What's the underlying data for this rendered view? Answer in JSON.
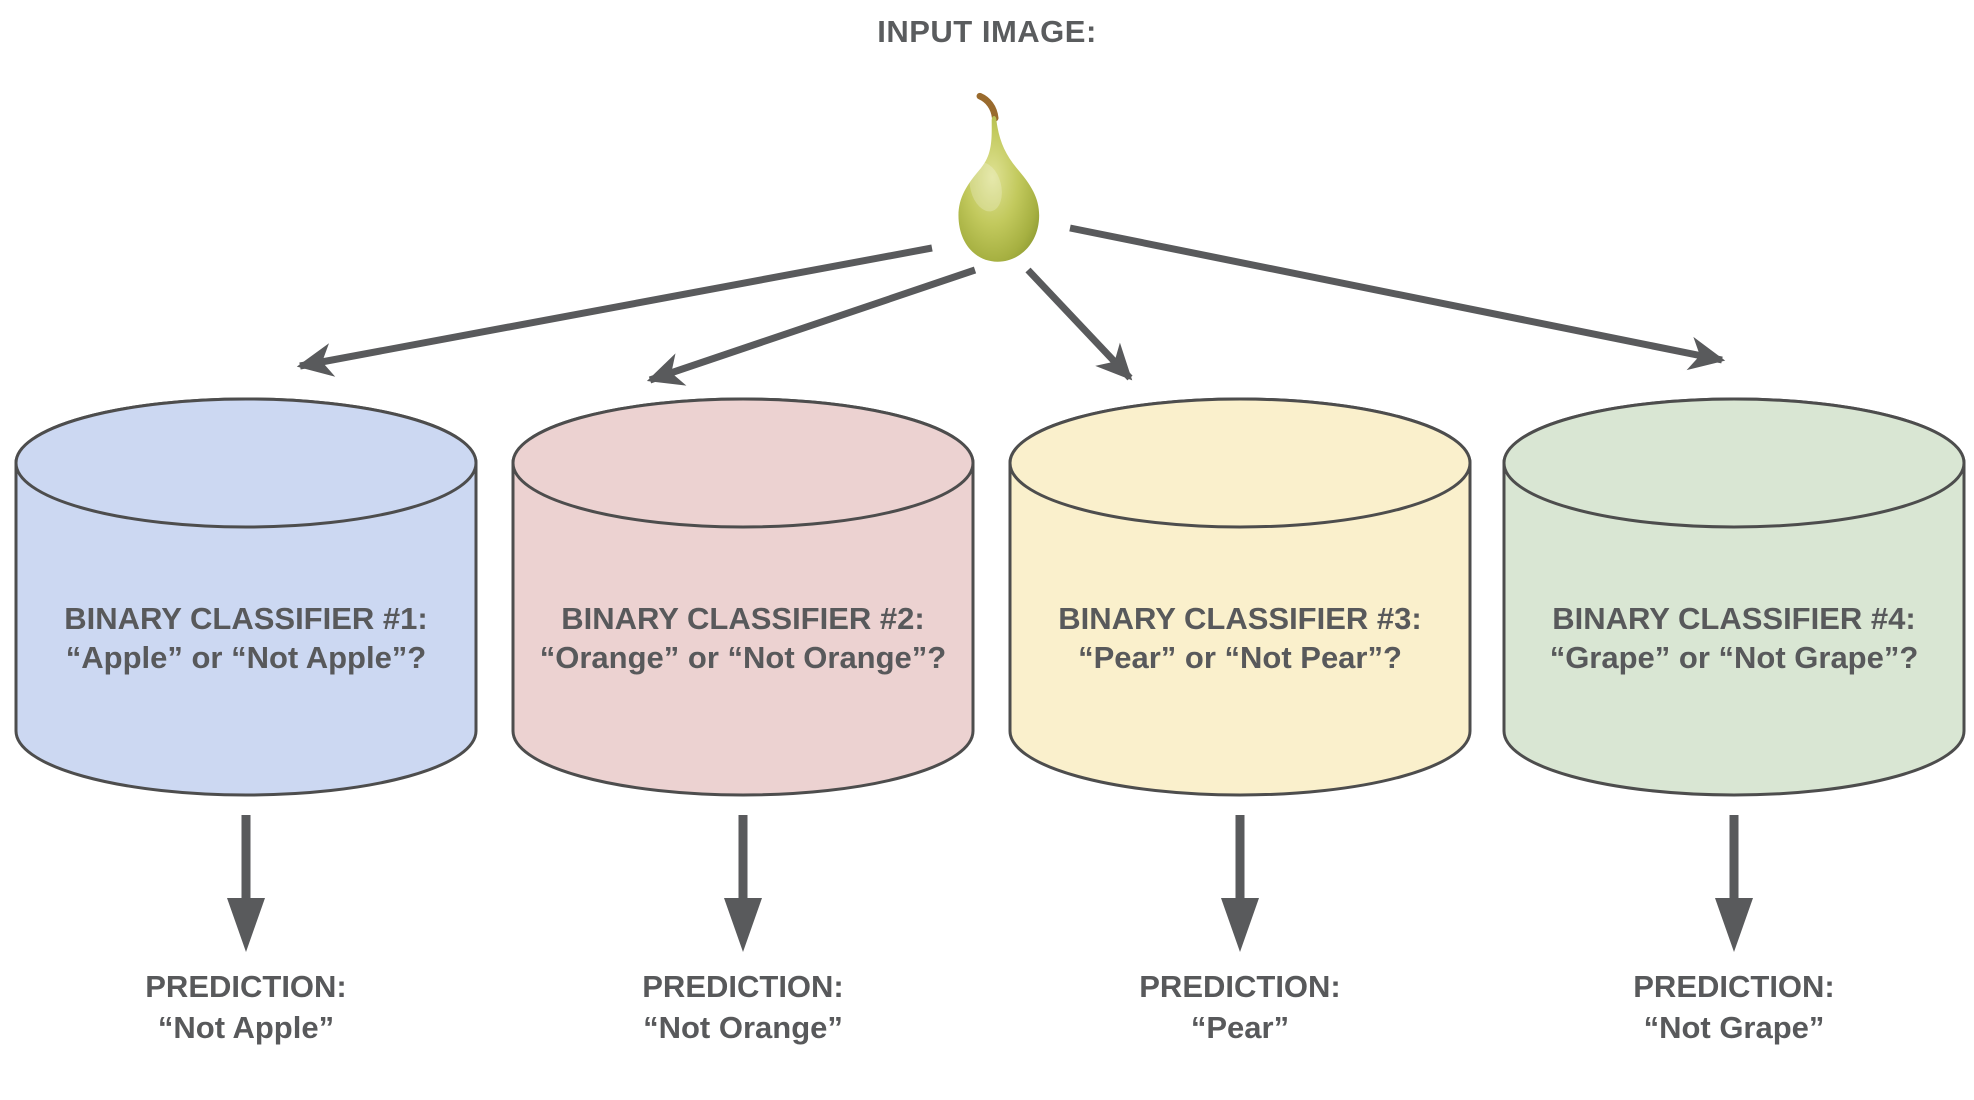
{
  "title": "INPUT IMAGE:",
  "input_image": {
    "name": "pear"
  },
  "palette": {
    "stroke": "#4d4d4d",
    "arrow": "#595a5c",
    "text": "#58595b",
    "background": "#ffffff"
  },
  "classifiers": [
    {
      "title": "BINARY CLASSIFIER #1:",
      "question": "“Apple” or “Not Apple”?",
      "color": "#ccd8f2",
      "prediction_label": "PREDICTION:",
      "prediction": "“Not Apple”"
    },
    {
      "title": "BINARY CLASSIFIER #2:",
      "question": "“Orange” or “Not Orange”?",
      "color": "#ecd2d1",
      "prediction_label": "PREDICTION:",
      "prediction": "“Not Orange”"
    },
    {
      "title": "BINARY CLASSIFIER #3:",
      "question": "“Pear” or “Not Pear”?",
      "color": "#faf0cc",
      "prediction_label": "PREDICTION:",
      "prediction": "“Pear”"
    },
    {
      "title": "BINARY CLASSIFIER #4:",
      "question": "“Grape” or “Not Grape”?",
      "color": "#d9e6d3",
      "prediction_label": "PREDICTION:",
      "prediction": "“Not Grape”"
    }
  ]
}
